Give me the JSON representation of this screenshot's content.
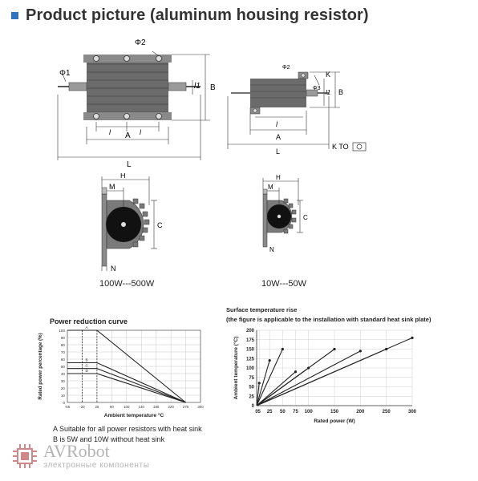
{
  "header": {
    "title": "Product picture (aluminum housing resistor)",
    "accent_color": "#2f74c0"
  },
  "drawings": {
    "top_left": {
      "labels": [
        "Φ1",
        "Φ2",
        "l1",
        "B",
        "l",
        "l",
        "A",
        "L"
      ]
    },
    "top_right": {
      "labels": [
        "Φ2",
        "Φ3",
        "K",
        "l",
        "l1",
        "B",
        "A",
        "L",
        "K TO"
      ]
    },
    "profile_large": {
      "labels": [
        "H",
        "M",
        "C",
        "N"
      ],
      "caption": "100W---500W"
    },
    "profile_small": {
      "labels": [
        "H",
        "M",
        "C",
        "N"
      ],
      "caption": "10W---50W"
    }
  },
  "chart_data": [
    {
      "type": "line",
      "title": "Power reduction curve",
      "xlabel": "Ambient temperature °C",
      "ylabel": "Rated power percentage (%)",
      "x_ticks": [
        -55,
        -20,
        25,
        60,
        100,
        140,
        180,
        220,
        275,
        300
      ],
      "y_ticks": [
        0,
        10,
        20,
        30,
        40,
        50,
        60,
        70,
        80,
        90,
        100
      ],
      "xlim": [
        -55,
        300
      ],
      "ylim": [
        0,
        100
      ],
      "grid": true,
      "series": [
        {
          "name": "A",
          "x": [
            -55,
            25,
            275
          ],
          "y": [
            100,
            100,
            0
          ]
        },
        {
          "name": "B",
          "x": [
            -55,
            25,
            275
          ],
          "y": [
            55,
            55,
            0
          ]
        },
        {
          "name": "C",
          "x": [
            -55,
            25,
            275
          ],
          "y": [
            47,
            47,
            0
          ]
        },
        {
          "name": "D",
          "x": [
            -55,
            25,
            275
          ],
          "y": [
            40,
            40,
            0
          ]
        }
      ],
      "annotations": [
        "A Suitable for all power resistors with heat sink",
        "B is 5W and 10W without heat sink"
      ]
    },
    {
      "type": "line",
      "title": "Surface temperature rise",
      "subtitle": "(the figure is applicable to the installation with standard heat sink plate)",
      "xlabel": "Rated power (W)",
      "ylabel": "Ambient temperature (°C)",
      "x_ticks": [
        0,
        5,
        25,
        50,
        75,
        100,
        150,
        200,
        250,
        300
      ],
      "y_ticks": [
        0,
        25,
        50,
        75,
        100,
        125,
        150,
        175,
        200
      ],
      "xlim": [
        0,
        300
      ],
      "ylim": [
        0,
        200
      ],
      "grid": true,
      "series": [
        {
          "x": [
            0,
            5
          ],
          "y": [
            0,
            60
          ]
        },
        {
          "x": [
            0,
            25
          ],
          "y": [
            0,
            120
          ]
        },
        {
          "x": [
            0,
            50
          ],
          "y": [
            0,
            150
          ]
        },
        {
          "x": [
            0,
            75
          ],
          "y": [
            0,
            90
          ]
        },
        {
          "x": [
            0,
            100
          ],
          "y": [
            0,
            100
          ]
        },
        {
          "x": [
            0,
            150
          ],
          "y": [
            0,
            150
          ]
        },
        {
          "x": [
            0,
            200
          ],
          "y": [
            0,
            145
          ]
        },
        {
          "x": [
            0,
            250
          ],
          "y": [
            0,
            150
          ]
        },
        {
          "x": [
            0,
            300
          ],
          "y": [
            0,
            180
          ]
        }
      ]
    }
  ],
  "watermark": {
    "brand": "AVRobot",
    "subtitle": "электронные компоненты"
  }
}
